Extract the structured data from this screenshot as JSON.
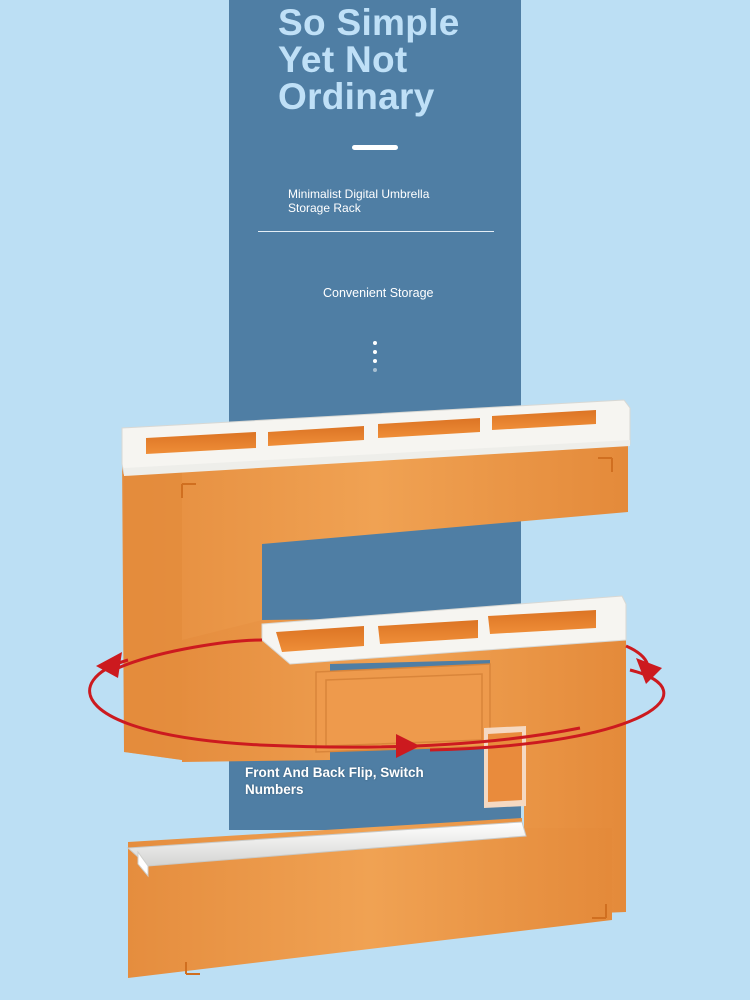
{
  "headline": {
    "line1": "So Simple",
    "line2": "Yet Not",
    "line3": "Ordinary"
  },
  "subtitle": {
    "line1": "Minimalist Digital Umbrella",
    "line2": "Storage Rack"
  },
  "feature_label": "Convenient Storage",
  "caption": {
    "line1": "Front And Back Flip, Switch",
    "line2": "Numbers"
  },
  "colors": {
    "background": "#bcdff4",
    "band": "#4f7ea4",
    "headline": "#bfe0f7",
    "product_orange": "#eb9c4c",
    "product_inner": "#e8822e",
    "product_white": "#f5f5f2",
    "arrow_red": "#d0121b"
  },
  "icons": {
    "rotation": "rotate-arrows-icon",
    "scroll": "scroll-dots-icon"
  }
}
